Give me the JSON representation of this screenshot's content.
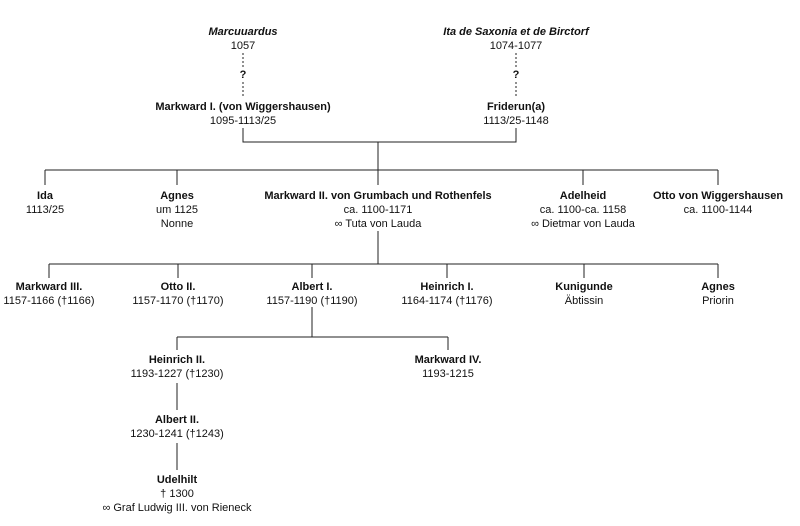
{
  "people": {
    "marcuuardus": {
      "name": "Marcuuardus",
      "dates": "1057"
    },
    "ita": {
      "name": "Ita de Saxonia et de Birctorf",
      "dates": "1074-1077"
    },
    "markward1": {
      "name": "Markward I.  (von Wiggershausen)",
      "dates": "1095-1113/25"
    },
    "friderun": {
      "name": "Friderun(a)",
      "dates": "1113/25-1148"
    },
    "ida": {
      "name": "Ida",
      "dates": "1113/25"
    },
    "agnes1": {
      "name": "Agnes",
      "dates": "um 1125",
      "note": "Nonne"
    },
    "markward2": {
      "name": "Markward II. von Grumbach und Rothenfels",
      "dates": "ca. 1100-1171",
      "spouse": "∞ Tuta von Lauda"
    },
    "adelheid": {
      "name": "Adelheid",
      "dates": "ca. 1100-ca. 1158",
      "spouse": "∞ Dietmar von Lauda"
    },
    "otto_w": {
      "name": "Otto von Wiggershausen",
      "dates": "ca. 1100-1144"
    },
    "markward3": {
      "name": "Markward III.",
      "dates": "1157-1166 (†1166)"
    },
    "otto2": {
      "name": "Otto II.",
      "dates": "1157-1170 (†1170)"
    },
    "albert1": {
      "name": "Albert I.",
      "dates": "1157-1190 (†1190)"
    },
    "heinrich1": {
      "name": "Heinrich I.",
      "dates": "1164-1174 (†1176)"
    },
    "kunigunde": {
      "name": "Kunigunde",
      "note": "Äbtissin"
    },
    "agnes2": {
      "name": "Agnes",
      "note": "Priorin"
    },
    "heinrich2": {
      "name": "Heinrich II.",
      "dates": "1193-1227 (†1230)"
    },
    "markward4": {
      "name": "Markward IV.",
      "dates": "1193-1215"
    },
    "albert2": {
      "name": "Albert II.",
      "dates": "1230-1241 (†1243)"
    },
    "udelhilt": {
      "name": "Udelhilt",
      "dates": "† 1300",
      "spouse": "∞ Graf Ludwig III. von Rieneck"
    }
  },
  "uncertain_marker": "?"
}
